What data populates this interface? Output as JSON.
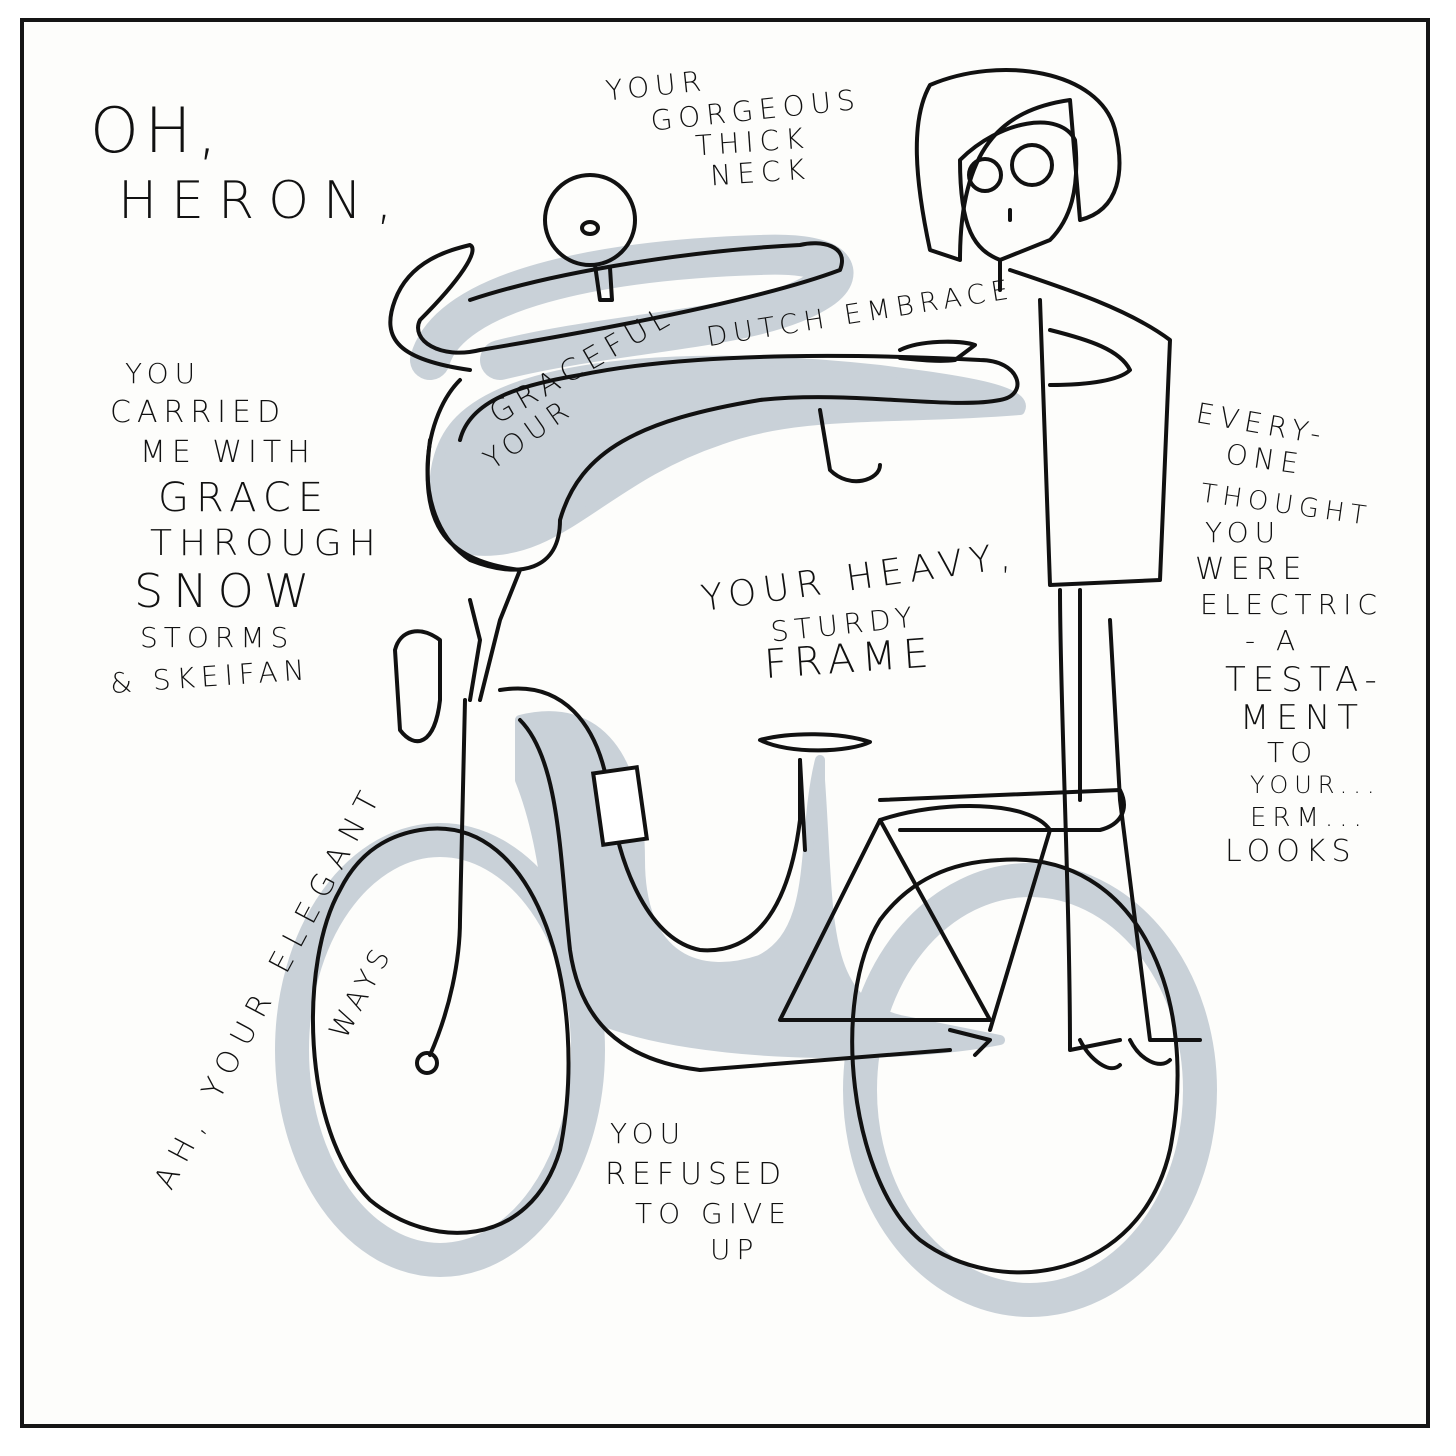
{
  "panel": {
    "title_line1": "OH,",
    "title_line2": "HERON,",
    "neck_caption": [
      "YOUR",
      "GORGEOUS",
      "THICK",
      "NECK"
    ],
    "embrace_caption_top": "YOUR GRACEFUL DUTCH EMBRACE",
    "embrace_caption_upper": "DUTCH EMBRACE",
    "embrace_caption_lower_1": "YOUR",
    "embrace_caption_lower_2": "GRACEFUL",
    "carried_caption": [
      "YOU",
      "CARRIED",
      "ME WITH",
      "GRACE",
      "THROUGH",
      "SNOW",
      "STORMS",
      "& SKEIFAN"
    ],
    "frame_caption": [
      "YOUR HEAVY,",
      "STURDY",
      "FRAME"
    ],
    "elegant_caption": "AH, YOUR ELEGANT",
    "ways_caption": "WAYS",
    "electric_caption": [
      "EVERY-",
      "ONE",
      "THOUGHT",
      "YOU",
      "WERE",
      "ELECTRIC",
      "- A",
      "TESTA-",
      "MENT",
      "TO",
      "YOUR...",
      "ERM...",
      "LOOKS"
    ],
    "refused_caption": [
      "YOU",
      "REFUSED",
      "TO GIVE",
      "UP"
    ]
  },
  "colors": {
    "ink": "#111111",
    "wash": "#c9d1d8",
    "paper": "#fdfdfb",
    "border": "#151515"
  }
}
